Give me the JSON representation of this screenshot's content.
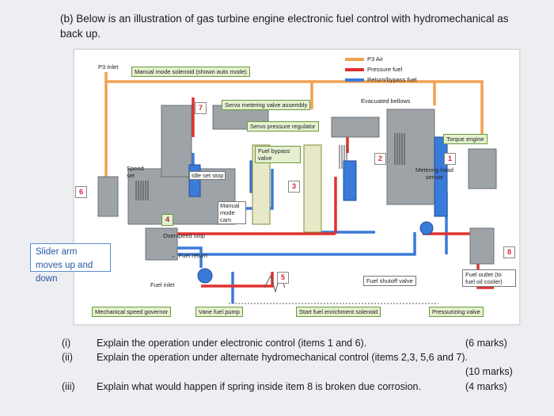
{
  "question": {
    "header": "(b) Below is an illustration of gas turbine engine electronic fuel control with hydromechanical as back up."
  },
  "diagram": {
    "legend": [
      {
        "label": "P3 Air",
        "color": "#f0a050"
      },
      {
        "label": "Pressure fuel",
        "color": "#e03030"
      },
      {
        "label": "Return/bypass fuel",
        "color": "#3a7ad8"
      }
    ],
    "labels": {
      "p3_inlet": "P3 Inlet",
      "manual_mode_solenoid": "Manual mode solenoid (shown auto mode)",
      "servo_metering_valve": "Servo metering valve assembly",
      "servo_pressure_regulator": "Servo pressure regulator",
      "evacuated_bellows": "Evacuated bellows",
      "fuel_bypass_valve": "Fuel bypass valve",
      "torque_engine": "Torque engine",
      "metering_head_sensor": "Metering head sensor",
      "speed_set": "Speed set",
      "idle_set_stop": "Idle set stop",
      "manual_mode_cam": "Manual mode cam",
      "overspeed_stop": "Overspeed stop",
      "fuel_return": "Fuel return",
      "fuel_inlet": "Fuel inlet",
      "fuel_shutoff_valve": "Fuel shutoff valve",
      "fuel_outlet": "Fuel outlet (to fuel oil cooler)",
      "mechanical_speed_governor": "Mechanical speed governor",
      "vane_fuel_pump": "Vane fuel pump",
      "start_fuel_enrichment_solenoid": "Start fuel enrichment solenoid",
      "pressurizing_valve": "Pressurizing valve"
    },
    "item_numbers": [
      "1",
      "2",
      "3",
      "4",
      "5",
      "6",
      "7",
      "8"
    ]
  },
  "slider_note": "Slider arm moves up and down",
  "questions": [
    {
      "num": "(i)",
      "text": "Explain the operation under electronic control (items 1 and 6).",
      "marks": "(6 marks)"
    },
    {
      "num": "(ii)",
      "text": "Explain the operation under alternate hydromechanical control (items 2,3, 5,6 and 7).",
      "marks": "(10 marks)"
    },
    {
      "num": "(iii)",
      "text": "Explain what would happen if spring inside item 8 is broken due corrosion.",
      "marks": "(4 marks)"
    }
  ]
}
